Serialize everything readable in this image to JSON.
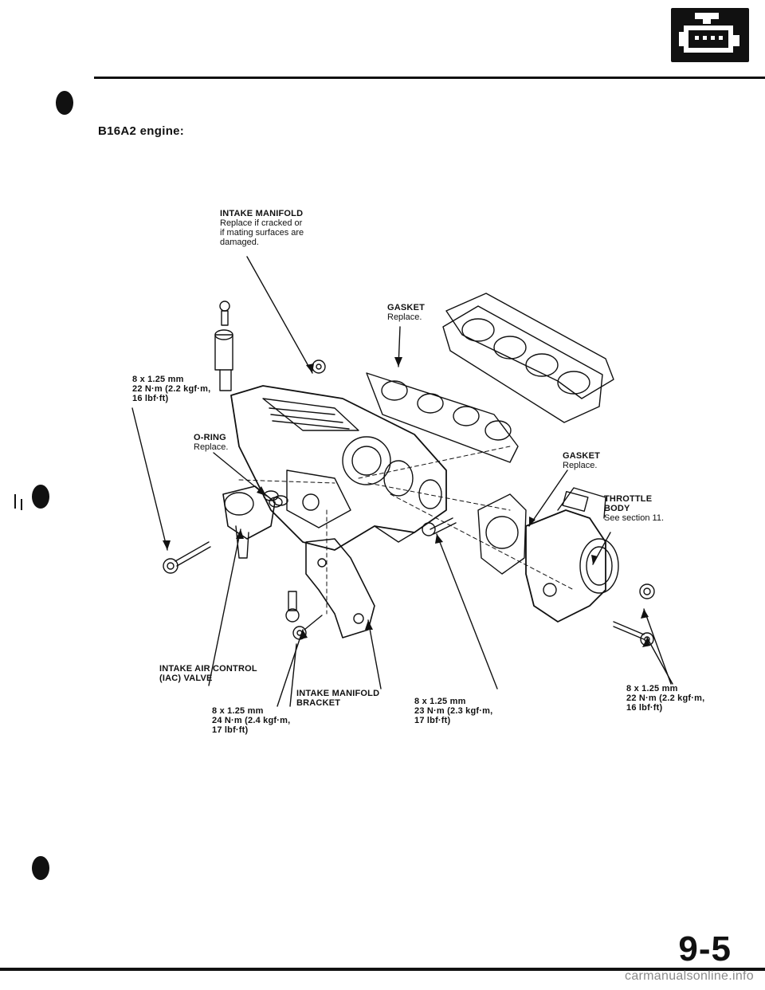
{
  "header": {
    "section_icon": "engine-block-icon"
  },
  "section_title": "B16A2 engine:",
  "callouts": {
    "intake_manifold": {
      "name": "INTAKE MANIFOLD",
      "note": [
        "Replace if cracked or",
        "if mating surfaces are",
        "damaged."
      ]
    },
    "gasket_upper": {
      "name": "GASKET",
      "note": [
        "Replace."
      ]
    },
    "bolt_top_left": {
      "lines": [
        "8 x 1.25 mm",
        "22 N·m (2.2 kgf·m,",
        "16 lbf·ft)"
      ]
    },
    "o_ring": {
      "name": "O-RING",
      "note": [
        "Replace."
      ]
    },
    "gasket_lower": {
      "name": "GASKET",
      "note": [
        "Replace."
      ]
    },
    "throttle_body": {
      "name": [
        "THROTTLE",
        "BODY"
      ],
      "note": [
        "See section 11."
      ]
    },
    "iac_valve": {
      "name": [
        "INTAKE AIR CONTROL",
        "(IAC) VALVE"
      ]
    },
    "manifold_bracket": {
      "name": [
        "INTAKE MANIFOLD",
        "BRACKET"
      ]
    },
    "bolt_bracket": {
      "lines": [
        "8 x 1.25 mm",
        "24 N·m (2.4 kgf·m,",
        "17 lbf·ft)"
      ]
    },
    "bolt_center": {
      "lines": [
        "8 x 1.25 mm",
        "23 N·m (2.3 kgf·m,",
        "17 lbf·ft)"
      ]
    },
    "bolt_throttle": {
      "lines": [
        "8 x 1.25 mm",
        "22 N·m (2.2 kgf·m,",
        "16 lbf·ft)"
      ]
    }
  },
  "page_number": "9-5",
  "watermark": "carmanualsonline.info"
}
